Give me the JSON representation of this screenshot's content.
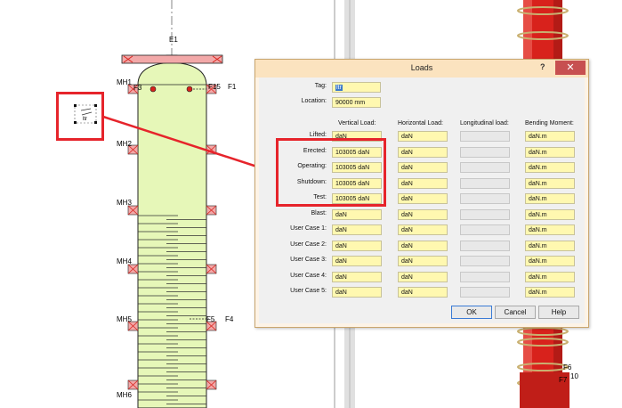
{
  "drawing": {
    "nozzles": [
      "E1",
      "F3",
      "F15",
      "F1",
      "F5",
      "F4",
      "F6",
      "F7",
      "10"
    ],
    "manholes": [
      "MH1",
      "MH2",
      "MH3",
      "MH4",
      "MH5",
      "MH6"
    ],
    "callout_text": "ltr"
  },
  "dialog": {
    "title": "Loads",
    "help_glyph": "?",
    "close_glyph": "✕",
    "tag_label": "Tag:",
    "tag_value": "ltr",
    "location_label": "Location:",
    "location_value": "90000 mm",
    "columns": [
      "Vertical Load:",
      "Horizontal Load:",
      "Longitudinal load:",
      "Bending Moment:"
    ],
    "rows": [
      {
        "label": "Lifted:",
        "vertical": "daN",
        "horizontal": "daN",
        "longitudinal": "",
        "bending": "daN.m"
      },
      {
        "label": "Erected:",
        "vertical": "103005 daN",
        "horizontal": "daN",
        "longitudinal": "",
        "bending": "daN.m"
      },
      {
        "label": "Operating:",
        "vertical": "103005 daN",
        "horizontal": "daN",
        "longitudinal": "",
        "bending": "daN.m"
      },
      {
        "label": "Shutdown:",
        "vertical": "103005 daN",
        "horizontal": "daN",
        "longitudinal": "",
        "bending": "daN.m"
      },
      {
        "label": "Test:",
        "vertical": "103005 daN",
        "horizontal": "daN",
        "longitudinal": "",
        "bending": "daN.m"
      },
      {
        "label": "Blast:",
        "vertical": "daN",
        "horizontal": "daN",
        "longitudinal": "",
        "bending": "daN.m"
      },
      {
        "label": "User Case 1:",
        "vertical": "daN",
        "horizontal": "daN",
        "longitudinal": "",
        "bending": "daN.m"
      },
      {
        "label": "User Case 2:",
        "vertical": "daN",
        "horizontal": "daN",
        "longitudinal": "",
        "bending": "daN.m"
      },
      {
        "label": "User Case 3:",
        "vertical": "daN",
        "horizontal": "daN",
        "longitudinal": "",
        "bending": "daN.m"
      },
      {
        "label": "User Case 4:",
        "vertical": "daN",
        "horizontal": "daN",
        "longitudinal": "",
        "bending": "daN.m"
      },
      {
        "label": "User Case 5:",
        "vertical": "daN",
        "horizontal": "daN",
        "longitudinal": "",
        "bending": "daN.m"
      }
    ],
    "buttons": {
      "ok": "OK",
      "cancel": "Cancel",
      "help": "Help"
    }
  },
  "colors": {
    "highlight": "#e6242b",
    "vessel_fill": "#e6f7b8",
    "flange": "#f2a8a8",
    "render_red": "#d8221c",
    "field_yellow": "#fff8b0"
  }
}
